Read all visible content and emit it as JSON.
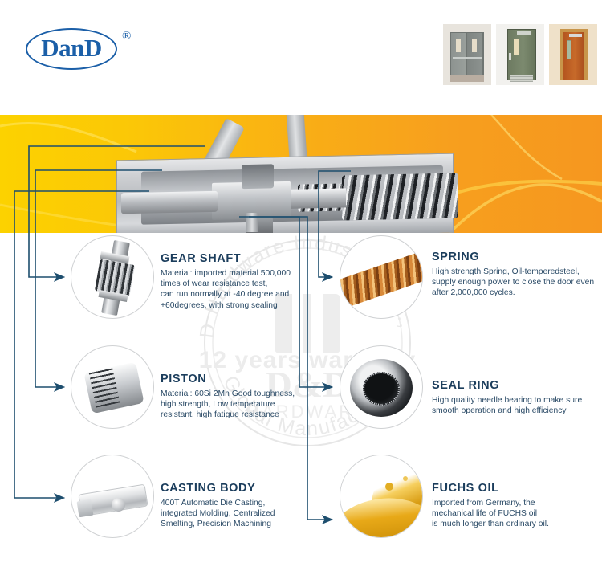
{
  "header": {
    "brand_name": "DanD",
    "registered_mark": "®",
    "door_photos": [
      {
        "name": "gray-double-fire-door",
        "alt": "Gray double leaf fire rated door with push bars"
      },
      {
        "name": "green-single-door",
        "alt": "Green single leaf door with vision panel and closer"
      },
      {
        "name": "wood-single-door",
        "alt": "Wood finish single door with glazed vision panel"
      }
    ]
  },
  "product": {
    "name": "door-closer-cutaway",
    "description": "Cutaway section view of hydraulic door closer showing piston, rack, gear shaft, seal and spring"
  },
  "watermark": {
    "outer_text_top": "D&D Hardware Industrial Co., Ltd",
    "outer_text_bottom": "Global Manufacturer",
    "center_text": "12 years warranty",
    "logo_text": "D&D",
    "logo_subtext": "HARDWARE"
  },
  "colors": {
    "brand_blue": "#1b5fa8",
    "heading_navy": "#1b3d5c",
    "body_navy": "#2a4a66",
    "band_yellow": "#fcd200",
    "band_orange": "#f6971f",
    "connector_line": "#1d4e6e",
    "circle_stroke": "#cfd1d3"
  },
  "features": [
    {
      "id": "gear-shaft",
      "title": "GEAR SHAFT",
      "body": "Material: imported material 500,000\ntimes of wear resistance test,\ncan run normally at -40 degree and\n+60degrees, with strong sealing",
      "side": "left",
      "image_name": "gear-shaft-photo"
    },
    {
      "id": "spring",
      "title": "SPRING",
      "body": "High strength Spring,  Oil-temperedsteel,\nsupply enough power to close the door even\nafter 2,000,000 cycles.",
      "side": "right",
      "image_name": "coil-spring-photo"
    },
    {
      "id": "piston",
      "title": "PISTON",
      "body": "Material: 60Si 2Mn Good toughness,\nhigh strength, Low temperature\nresistant, high fatigue resistance",
      "side": "left",
      "image_name": "piston-photo"
    },
    {
      "id": "seal-ring",
      "title": "SEAL RING",
      "body": "High quality needle bearing to make sure\nsmooth operation and high efficiency",
      "side": "right",
      "image_name": "seal-ring-photo"
    },
    {
      "id": "casting-body",
      "title": "CASTING BODY",
      "body": "400T Automatic Die Casting,\nintegrated Molding, Centralized\nSmelting, Precision Machining",
      "side": "left",
      "image_name": "casting-body-photo"
    },
    {
      "id": "fuchs-oil",
      "title": "FUCHS OIL",
      "body": "Imported from Germany, the\nmechanical life of FUCHS oil\nis much longer than ordinary oil.",
      "side": "right",
      "image_name": "fuchs-oil-photo"
    }
  ]
}
